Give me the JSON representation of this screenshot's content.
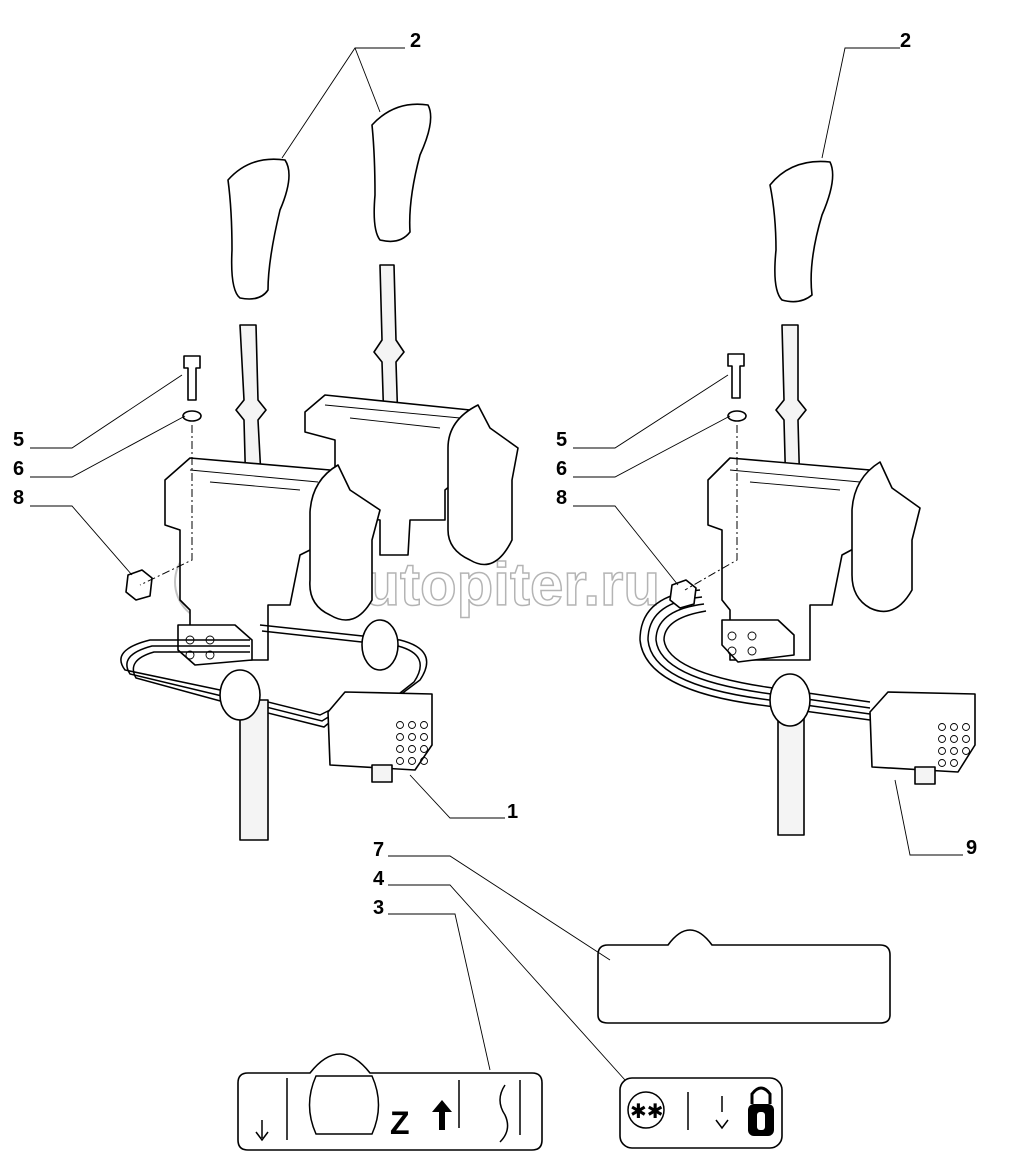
{
  "callouts": {
    "left_knob": "2",
    "right_knob": "2",
    "left_bolt": "5",
    "left_washer": "6",
    "left_nut": "8",
    "right_bolt": "5",
    "right_washer": "6",
    "right_nut": "8",
    "left_harness": "1",
    "right_harness": "9",
    "blank_decal": "7",
    "small_decal": "4",
    "large_decal": "3"
  },
  "watermark": "autopiter.ru"
}
